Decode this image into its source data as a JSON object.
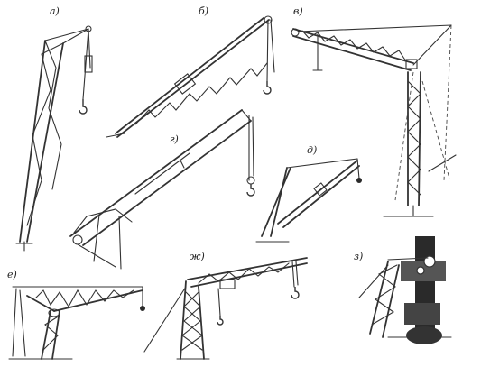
{
  "labels": {
    "a": "а)",
    "b": "б)",
    "v": "в)",
    "g": "г)",
    "d": "д)",
    "e": "е)",
    "zh": "ж)",
    "z": "з)"
  },
  "colors": {
    "ink": "#333333",
    "background": "#ffffff"
  }
}
